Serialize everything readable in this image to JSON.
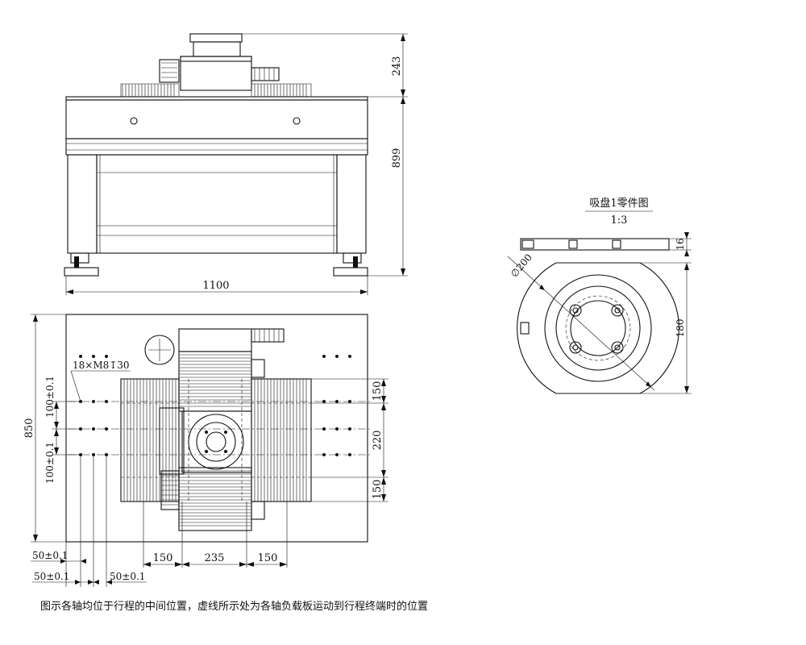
{
  "front_view": {
    "dim_height_top": "243",
    "dim_height_total": "899",
    "dim_width": "1100"
  },
  "top_view": {
    "dim_height": "850",
    "hole_note": "18×M8↧30",
    "dim_hole_pitch_upper": "100±0.1",
    "dim_hole_pitch_lower": "100±0.1",
    "dim_right_upper": "150",
    "dim_right_mid": "220",
    "dim_right_lower": "150",
    "dim_bottom_left": "150",
    "dim_bottom_mid": "235",
    "dim_bottom_right": "150",
    "dim_offset_1": "50±0.1",
    "dim_offset_2": "50±0.1",
    "dim_offset_3": "50±0.1"
  },
  "detail_view": {
    "title": "吸盘1零件图",
    "scale": "1:3",
    "dim_diameter": "∅200",
    "dim_thickness": "16",
    "dim_height": "180"
  },
  "caption": "图示各轴均位于行程的中间位置，虚线所示处为各轴负载板运动到行程终端时的位置"
}
